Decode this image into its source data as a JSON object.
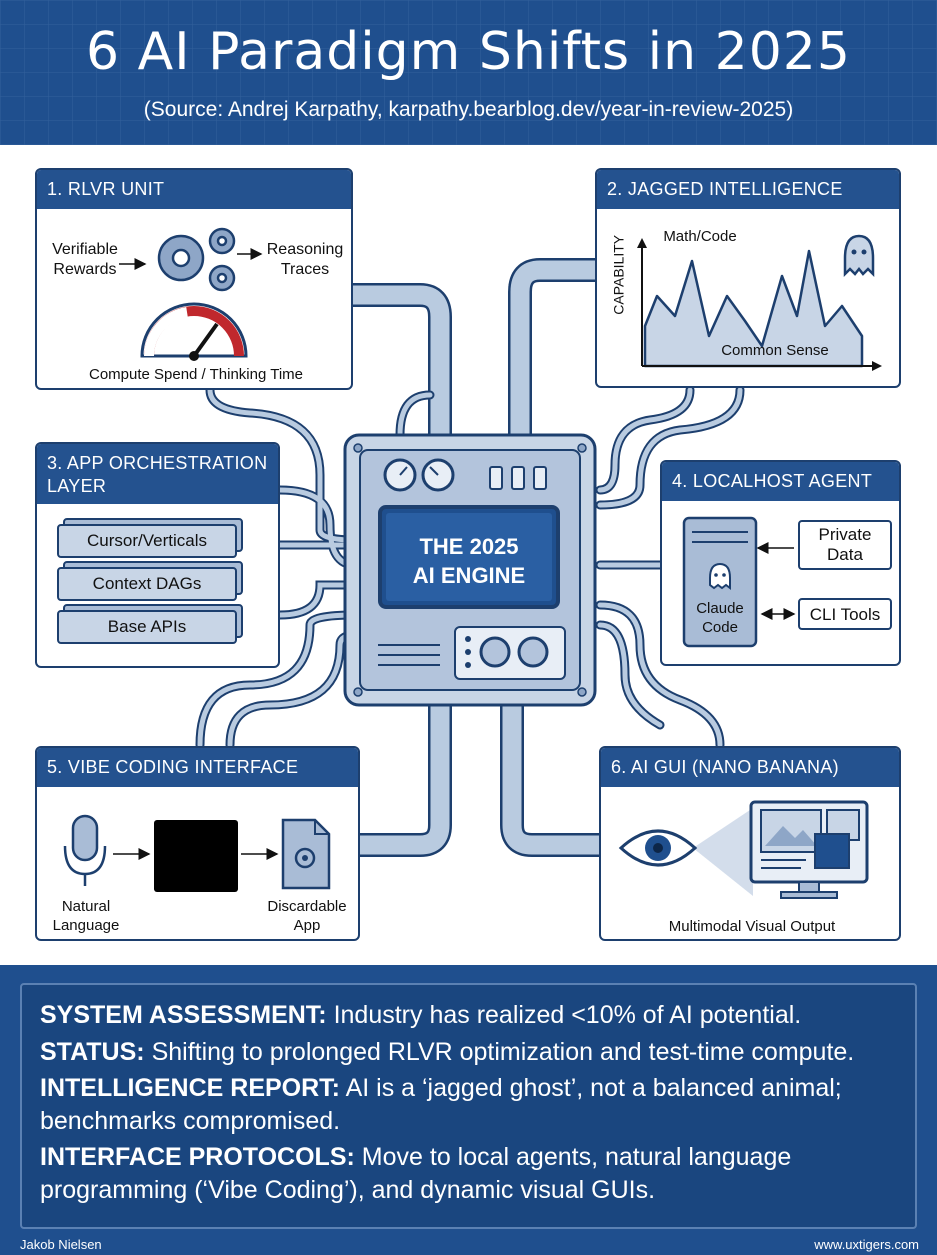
{
  "header": {
    "title": "6 AI Paradigm Shifts in 2025",
    "subtitle": "(Source: Andrej Karpathy, karpathy.bearblog.dev/year-in-review-2025)"
  },
  "panels": {
    "p1": {
      "title": "1. RLVR UNIT",
      "input_label": "Verifiable\nRewards",
      "output_label": "Reasoning\nTraces",
      "gauge_label": "Compute Spend / Thinking Time"
    },
    "p2": {
      "title": "2. JAGGED INTELLIGENCE",
      "y_label": "CAPABILITY",
      "peak_label": "Math/Code",
      "low_label": "Common Sense"
    },
    "p3": {
      "title": "3. APP ORCHESTRATION LAYER",
      "layers": [
        "Cursor/Verticals",
        "Context DAGs",
        "Base APIs"
      ]
    },
    "p4": {
      "title": "4. LOCALHOST AGENT",
      "agent_label": "Claude\nCode",
      "private_data": "Private\nData",
      "cli_tools": "CLI Tools"
    },
    "p5": {
      "title": "5. VIBE CODING INTERFACE",
      "input_label": "Natural\nLanguage",
      "output_label": "Discardable\nApp"
    },
    "p6": {
      "title": "6. AI GUI (NANO BANANA)",
      "output_label": "Multimodal Visual Output"
    }
  },
  "engine": {
    "line1": "THE 2025",
    "line2": "AI ENGINE"
  },
  "assessment": [
    {
      "key": "SYSTEM ASSESSMENT:",
      "text": " Industry has realized <10% of AI potential."
    },
    {
      "key": "STATUS:",
      "text": " Shifting to prolonged RLVR optimization and test-time compute."
    },
    {
      "key": "INTELLIGENCE REPORT:",
      "text": " AI is a ‘jagged ghost’, not a balanced animal; benchmarks compromised."
    },
    {
      "key": "INTERFACE PROTOCOLS:",
      "text": " Move to local agents, natural language programming (‘Vibe Coding’), and dynamic visual GUIs."
    }
  ],
  "footer": {
    "author": "Jakob Nielsen",
    "site": "www.uxtigers.com"
  },
  "colors": {
    "primary": "#1f4f8e",
    "panel_header": "#24528f",
    "pipe": "#a9bcd6",
    "outline": "#1d3f6e",
    "gauge_red": "#c0282d"
  },
  "icons": [
    "gear-icon",
    "gauge-icon",
    "ghost-icon",
    "computer-tower-icon",
    "microphone-icon",
    "app-file-icon",
    "eye-icon",
    "monitor-icon"
  ]
}
